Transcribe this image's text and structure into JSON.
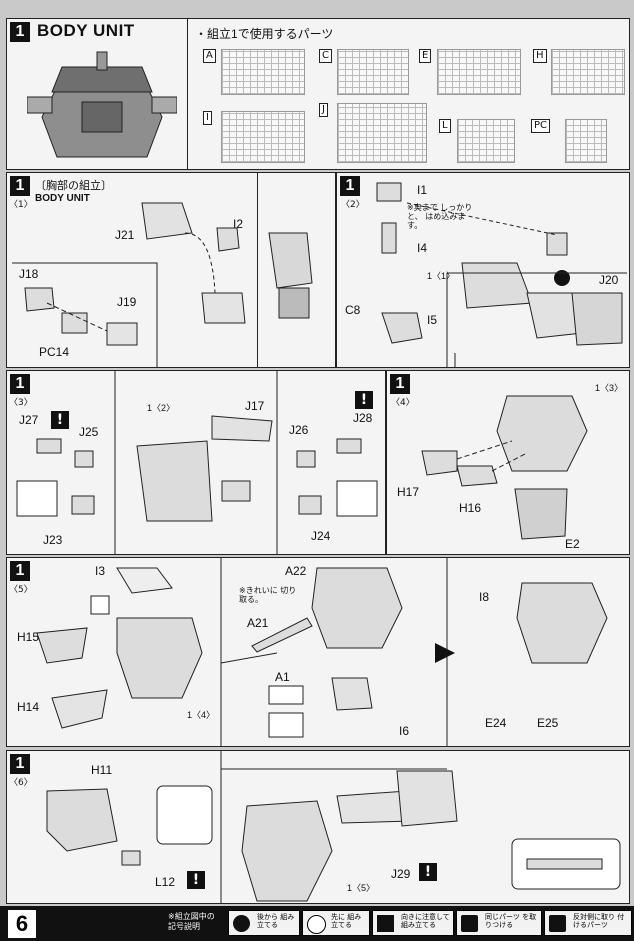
{
  "header": {
    "step": "1",
    "title": "BODY UNIT",
    "parts_heading": "・組立1で使用するパーツ",
    "runners": [
      "A",
      "C",
      "E",
      "H",
      "I",
      "J",
      "L",
      "PC"
    ]
  },
  "step1": {
    "substep": "〈1〉",
    "heading": "〔胸部の組立〕",
    "subtitle": "BODY UNIT",
    "labels": [
      "J21",
      "I2",
      "J18",
      "J19",
      "PC14"
    ]
  },
  "step2": {
    "substep": "〈2〉",
    "labels": [
      "I1",
      "I4",
      "C8",
      "I5",
      "J20"
    ],
    "note": "※奥まで しっかりと、 はめ込みます。",
    "ref": "1〈1〉"
  },
  "step3": {
    "substep": "〈3〉",
    "labels": [
      "J27",
      "J25",
      "J23",
      "J17",
      "J26",
      "J28",
      "J24"
    ],
    "ref": "1〈2〉"
  },
  "step4": {
    "substep": "〈4〉",
    "labels": [
      "H17",
      "H16",
      "E2"
    ],
    "ref": "1〈3〉"
  },
  "step5": {
    "substep": "〈5〉",
    "labels": [
      "I3",
      "H15",
      "H14",
      "A22",
      "A21",
      "A1",
      "I6",
      "I8",
      "E24",
      "E25"
    ],
    "note": "※きれいに 切り取る。",
    "ref": "1〈4〉"
  },
  "step6": {
    "substep": "〈6〉",
    "labels": [
      "H11",
      "L12",
      "J29"
    ],
    "ref": "1〈5〉"
  },
  "footer": {
    "page": "6",
    "legend_title": "※組立図中の 記号説明",
    "legend": [
      "後から 組み立てる",
      "先に 組み立てる",
      "向きに注意して 組み立てる",
      "同じパーツ を取りつける",
      "反対側に取り 付けるパーツ"
    ]
  }
}
